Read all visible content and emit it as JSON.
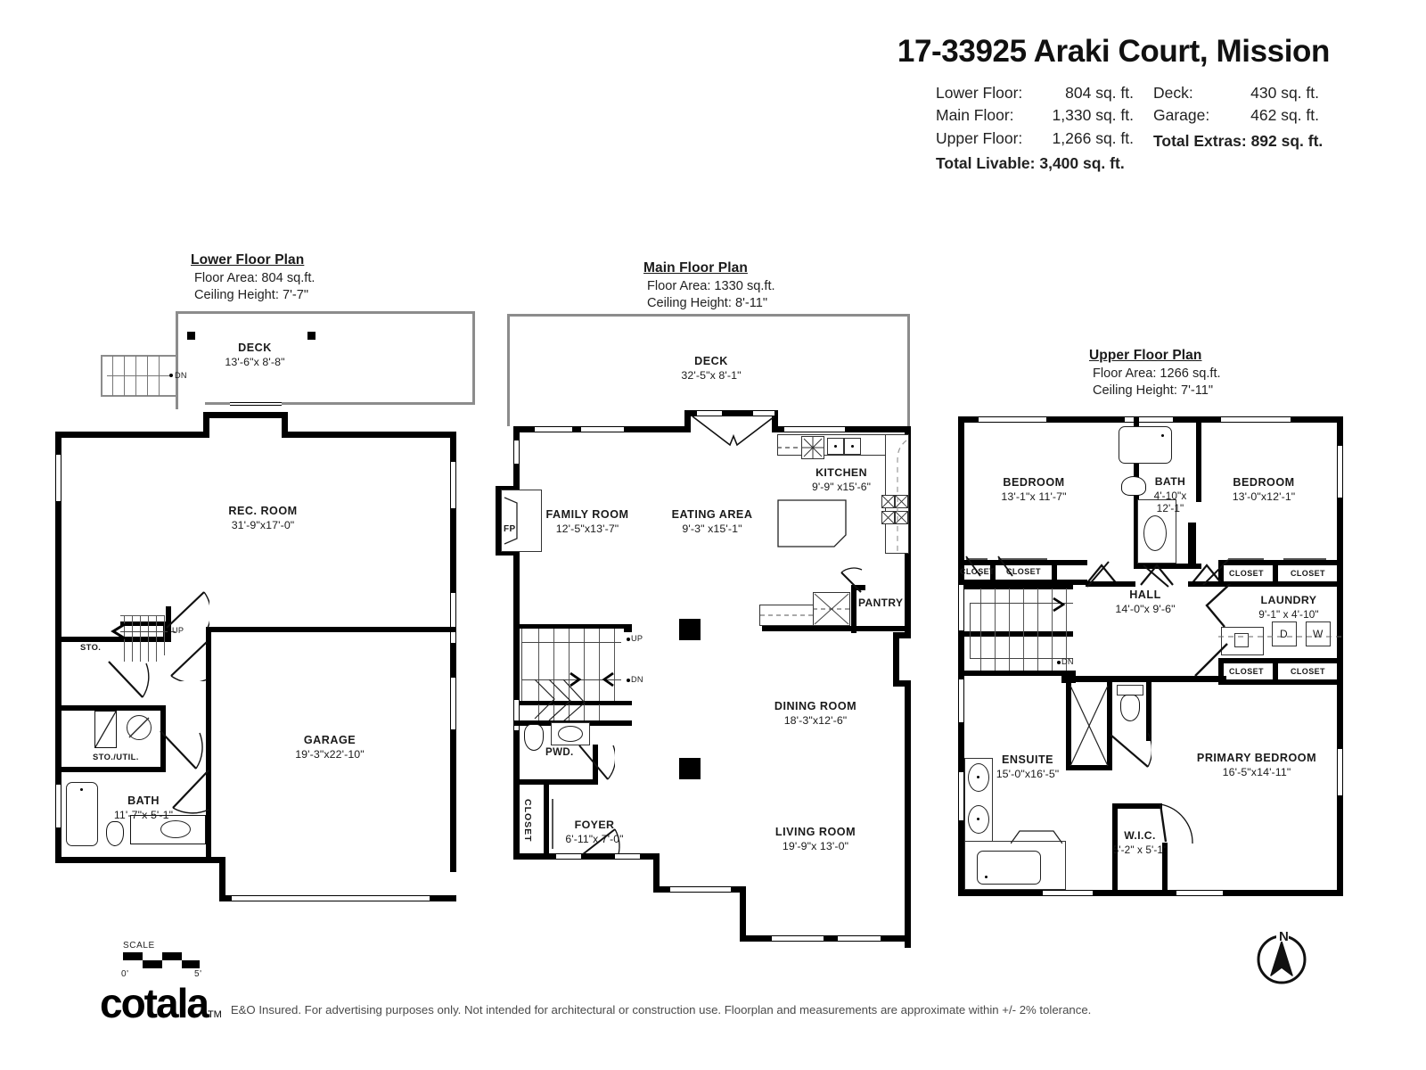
{
  "header": {
    "title": "17-33925 Araki Court, Mission",
    "stats_left": [
      {
        "label": "Lower Floor:",
        "value": "804 sq. ft."
      },
      {
        "label": "Main Floor:",
        "value": "1,330 sq. ft."
      },
      {
        "label": "Upper Floor:",
        "value": "1,266 sq. ft."
      }
    ],
    "total_livable": "Total Livable: 3,400 sq. ft.",
    "stats_right": [
      {
        "label": "Deck:",
        "value": "430 sq. ft."
      },
      {
        "label": "Garage:",
        "value": "462 sq. ft."
      }
    ],
    "total_extras": "Total Extras: 892 sq. ft."
  },
  "plans": {
    "lower": {
      "caption_title": "Lower Floor Plan",
      "floor_area": "Floor Area: 804 sq.ft.",
      "ceiling_height": "Ceiling Height: 7'-7\"",
      "rooms": [
        {
          "name": "DECK",
          "dim": "13'-6\"x  8'-8\""
        },
        {
          "name": "REC. ROOM",
          "dim": "31'-9\"x17'-0\""
        },
        {
          "name": "GARAGE",
          "dim": "19'-3\"x22'-10\""
        },
        {
          "name": "BATH",
          "dim": "11'-7\"x  5'-1\""
        },
        {
          "name": "STO.",
          "dim": ""
        },
        {
          "name": "STO./UTIL.",
          "dim": ""
        }
      ],
      "markers": {
        "dn": "DN",
        "up": "UP"
      }
    },
    "main": {
      "caption_title": "Main Floor Plan",
      "floor_area": "Floor Area: 1330 sq.ft.",
      "ceiling_height": "Ceiling Height: 8'-11\"",
      "rooms": [
        {
          "name": "DECK",
          "dim": "32'-5\"x  8'-1\""
        },
        {
          "name": "FAMILY ROOM",
          "dim": "12'-5\"x13'-7\""
        },
        {
          "name": "EATING AREA",
          "dim": "9'-3\" x15'-1\""
        },
        {
          "name": "KITCHEN",
          "dim": "9'-9\" x15'-6\""
        },
        {
          "name": "PANTRY",
          "dim": ""
        },
        {
          "name": "DINING ROOM",
          "dim": "18'-3\"x12'-6\""
        },
        {
          "name": "LIVING ROOM",
          "dim": "19'-9\"x 13'-0\""
        },
        {
          "name": "FOYER",
          "dim": "6'-11\"x  7'-0\""
        },
        {
          "name": "PWD.",
          "dim": ""
        }
      ],
      "labels": {
        "fp": "FP",
        "closet": "CLOSET",
        "up": "UP",
        "dn": "DN"
      }
    },
    "upper": {
      "caption_title": "Upper Floor Plan",
      "floor_area": "Floor Area: 1266 sq.ft.",
      "ceiling_height": "Ceiling Height: 7'-11\"",
      "rooms": [
        {
          "name": "BEDROOM",
          "dim": "13'-1\"x 11'-7\""
        },
        {
          "name": "BATH",
          "dim": "4'-10\"x",
          "dim2": "12'-1\""
        },
        {
          "name": "BEDROOM",
          "dim": "13'-0\"x12'-1\""
        },
        {
          "name": "HALL",
          "dim": "14'-0\"x  9'-6\""
        },
        {
          "name": "LAUNDRY",
          "dim": "9'-1\"  x 4'-10\""
        },
        {
          "name": "ENSUITE",
          "dim": "15'-0\"x16'-5\""
        },
        {
          "name": "PRIMARY BEDROOM",
          "dim": "16'-5\"x14'-11\""
        },
        {
          "name": "W.I.C.",
          "dim": "5'-2\" x  5'-1\""
        }
      ],
      "labels": {
        "closet": "CLOSET",
        "dryer": "D",
        "washer": "W",
        "dn": "DN"
      }
    }
  },
  "scale": {
    "title": "SCALE",
    "start": "0'",
    "end": "5'"
  },
  "footer": {
    "logo": "cotala",
    "logo_tm": "TM",
    "disclaimer": "E&O Insured. For advertising purposes only. Not intended for architectural or construction use. Floorplan and measurements are approximate within +/- 2% tolerance."
  },
  "compass": {
    "north": "N"
  },
  "colors": {
    "wall": "#000000",
    "deck_wall": "#8c8c8c",
    "text": "#1a1a1a",
    "muted": "#4a4a4a"
  }
}
